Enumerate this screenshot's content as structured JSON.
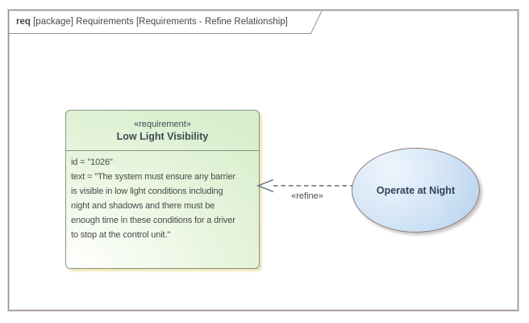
{
  "frame": {
    "tab_bold": "req",
    "tab_rest": " [package] Requirements [Requirements - Refine Relationship]"
  },
  "requirement": {
    "stereotype": "«requirement»",
    "name": "Low Light Visibility",
    "body_lines": [
      "id = \"1026\"",
      "text = \"The system must ensure any barrier",
      "is visible in low light conditions including",
      "night and shadows and there must be",
      "enough time in these conditions for a driver",
      "to stop at the control unit.\""
    ]
  },
  "usecase": {
    "label": "Operate at Night"
  },
  "connector": {
    "label": "«refine»",
    "type": "refine dependency, dashed open arrow pointing at requirement"
  },
  "colors": {
    "frame_border": "#9a8e94",
    "frame_border_light": "#dbd4d8",
    "req_fill_white": "#ffffff",
    "req_fill_green": "#d7eecb",
    "req_border": "#8b9286",
    "req_shadow": "#f0e8b6",
    "header_text": "#3d4a55",
    "body_text": "#494949",
    "ellipse_fill_light": "#eef6fd",
    "ellipse_fill_blue": "#b3d0ec",
    "ellipse_border": "#8d7d7b",
    "ellipse_text": "#2f4356",
    "connector": "#5e6d80",
    "label_text": "#4c4c4c",
    "tab_text": "#4c4646"
  }
}
